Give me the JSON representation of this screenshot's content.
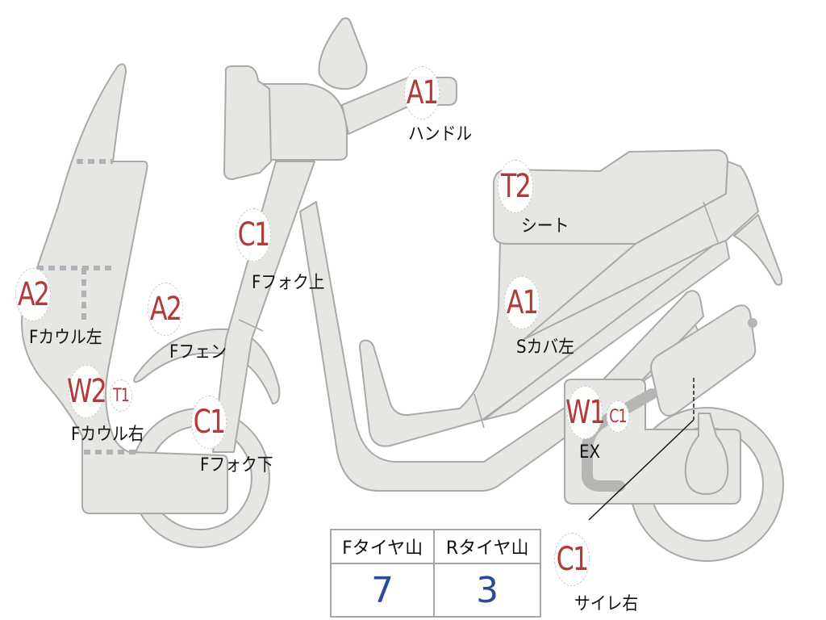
{
  "diagram": {
    "subject": "scooter damage inspection sheet (side view)",
    "colors": {
      "part_fill": "#e6e6e3",
      "part_outline": "#a9aaa8",
      "damage_code": "#b3393a",
      "label_text": "#111111",
      "tread_value": "#2b4a98",
      "table_border": "#a3a6ab"
    },
    "marks": [
      {
        "id": "handle",
        "code": "A1",
        "label": "ハンドル"
      },
      {
        "id": "seat",
        "code": "T2",
        "label": "シート"
      },
      {
        "id": "f-fork-upper",
        "code": "C1",
        "label": "Fフォク上"
      },
      {
        "id": "f-cowl-left",
        "code": "A2",
        "label": "Fカウル左"
      },
      {
        "id": "f-fender",
        "code": "A2",
        "label": "Fフェン"
      },
      {
        "id": "s-cover-left",
        "code": "A1",
        "label": "Sカバ左"
      },
      {
        "id": "f-cowl-right",
        "code": "W2",
        "code2": "T1",
        "label": "Fカウル右"
      },
      {
        "id": "f-fork-lower",
        "code": "C1",
        "label": "Fフォク下"
      },
      {
        "id": "exhaust",
        "code": "W1",
        "code2": "C1",
        "label": "EX"
      },
      {
        "id": "silencer-right",
        "code": "C1",
        "label": "サイレ右"
      }
    ]
  },
  "tread_table": {
    "headers": [
      "Fタイヤ山",
      "Rタイヤ山"
    ],
    "values": [
      "7",
      "3"
    ]
  }
}
